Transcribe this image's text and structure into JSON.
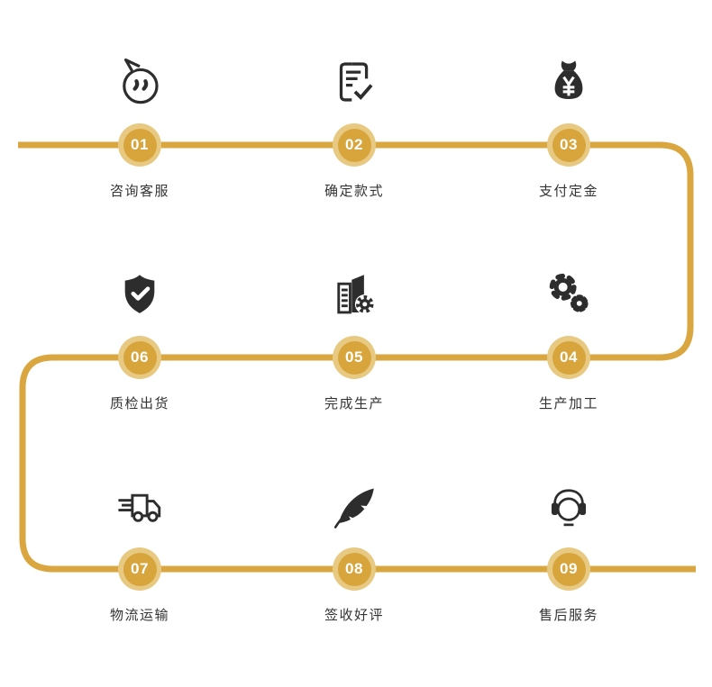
{
  "flow": {
    "title": "",
    "colors": {
      "line": "#D9A63F",
      "badge_ring": "#E7C982",
      "badge_fill": "#D8A53C",
      "badge_number_text": "#FFFFFF",
      "icon": "#2D2D2D",
      "label_text": "#333333",
      "background": "#FFFFFF"
    },
    "steps": [
      {
        "number": "01",
        "label": "咨询客服",
        "icon": "chat-bubble-icon"
      },
      {
        "number": "02",
        "label": "确定款式",
        "icon": "checklist-document-icon"
      },
      {
        "number": "03",
        "label": "支付定金",
        "icon": "money-bag-yen-icon"
      },
      {
        "number": "04",
        "label": "生产加工",
        "icon": "gears-icon"
      },
      {
        "number": "05",
        "label": "完成生产",
        "icon": "factory-gear-icon"
      },
      {
        "number": "06",
        "label": "质检出货",
        "icon": "shield-check-icon"
      },
      {
        "number": "07",
        "label": "物流运输",
        "icon": "delivery-truck-icon"
      },
      {
        "number": "08",
        "label": "签收好评",
        "icon": "feather-pen-icon"
      },
      {
        "number": "09",
        "label": "售后服务",
        "icon": "headset-icon"
      }
    ]
  }
}
